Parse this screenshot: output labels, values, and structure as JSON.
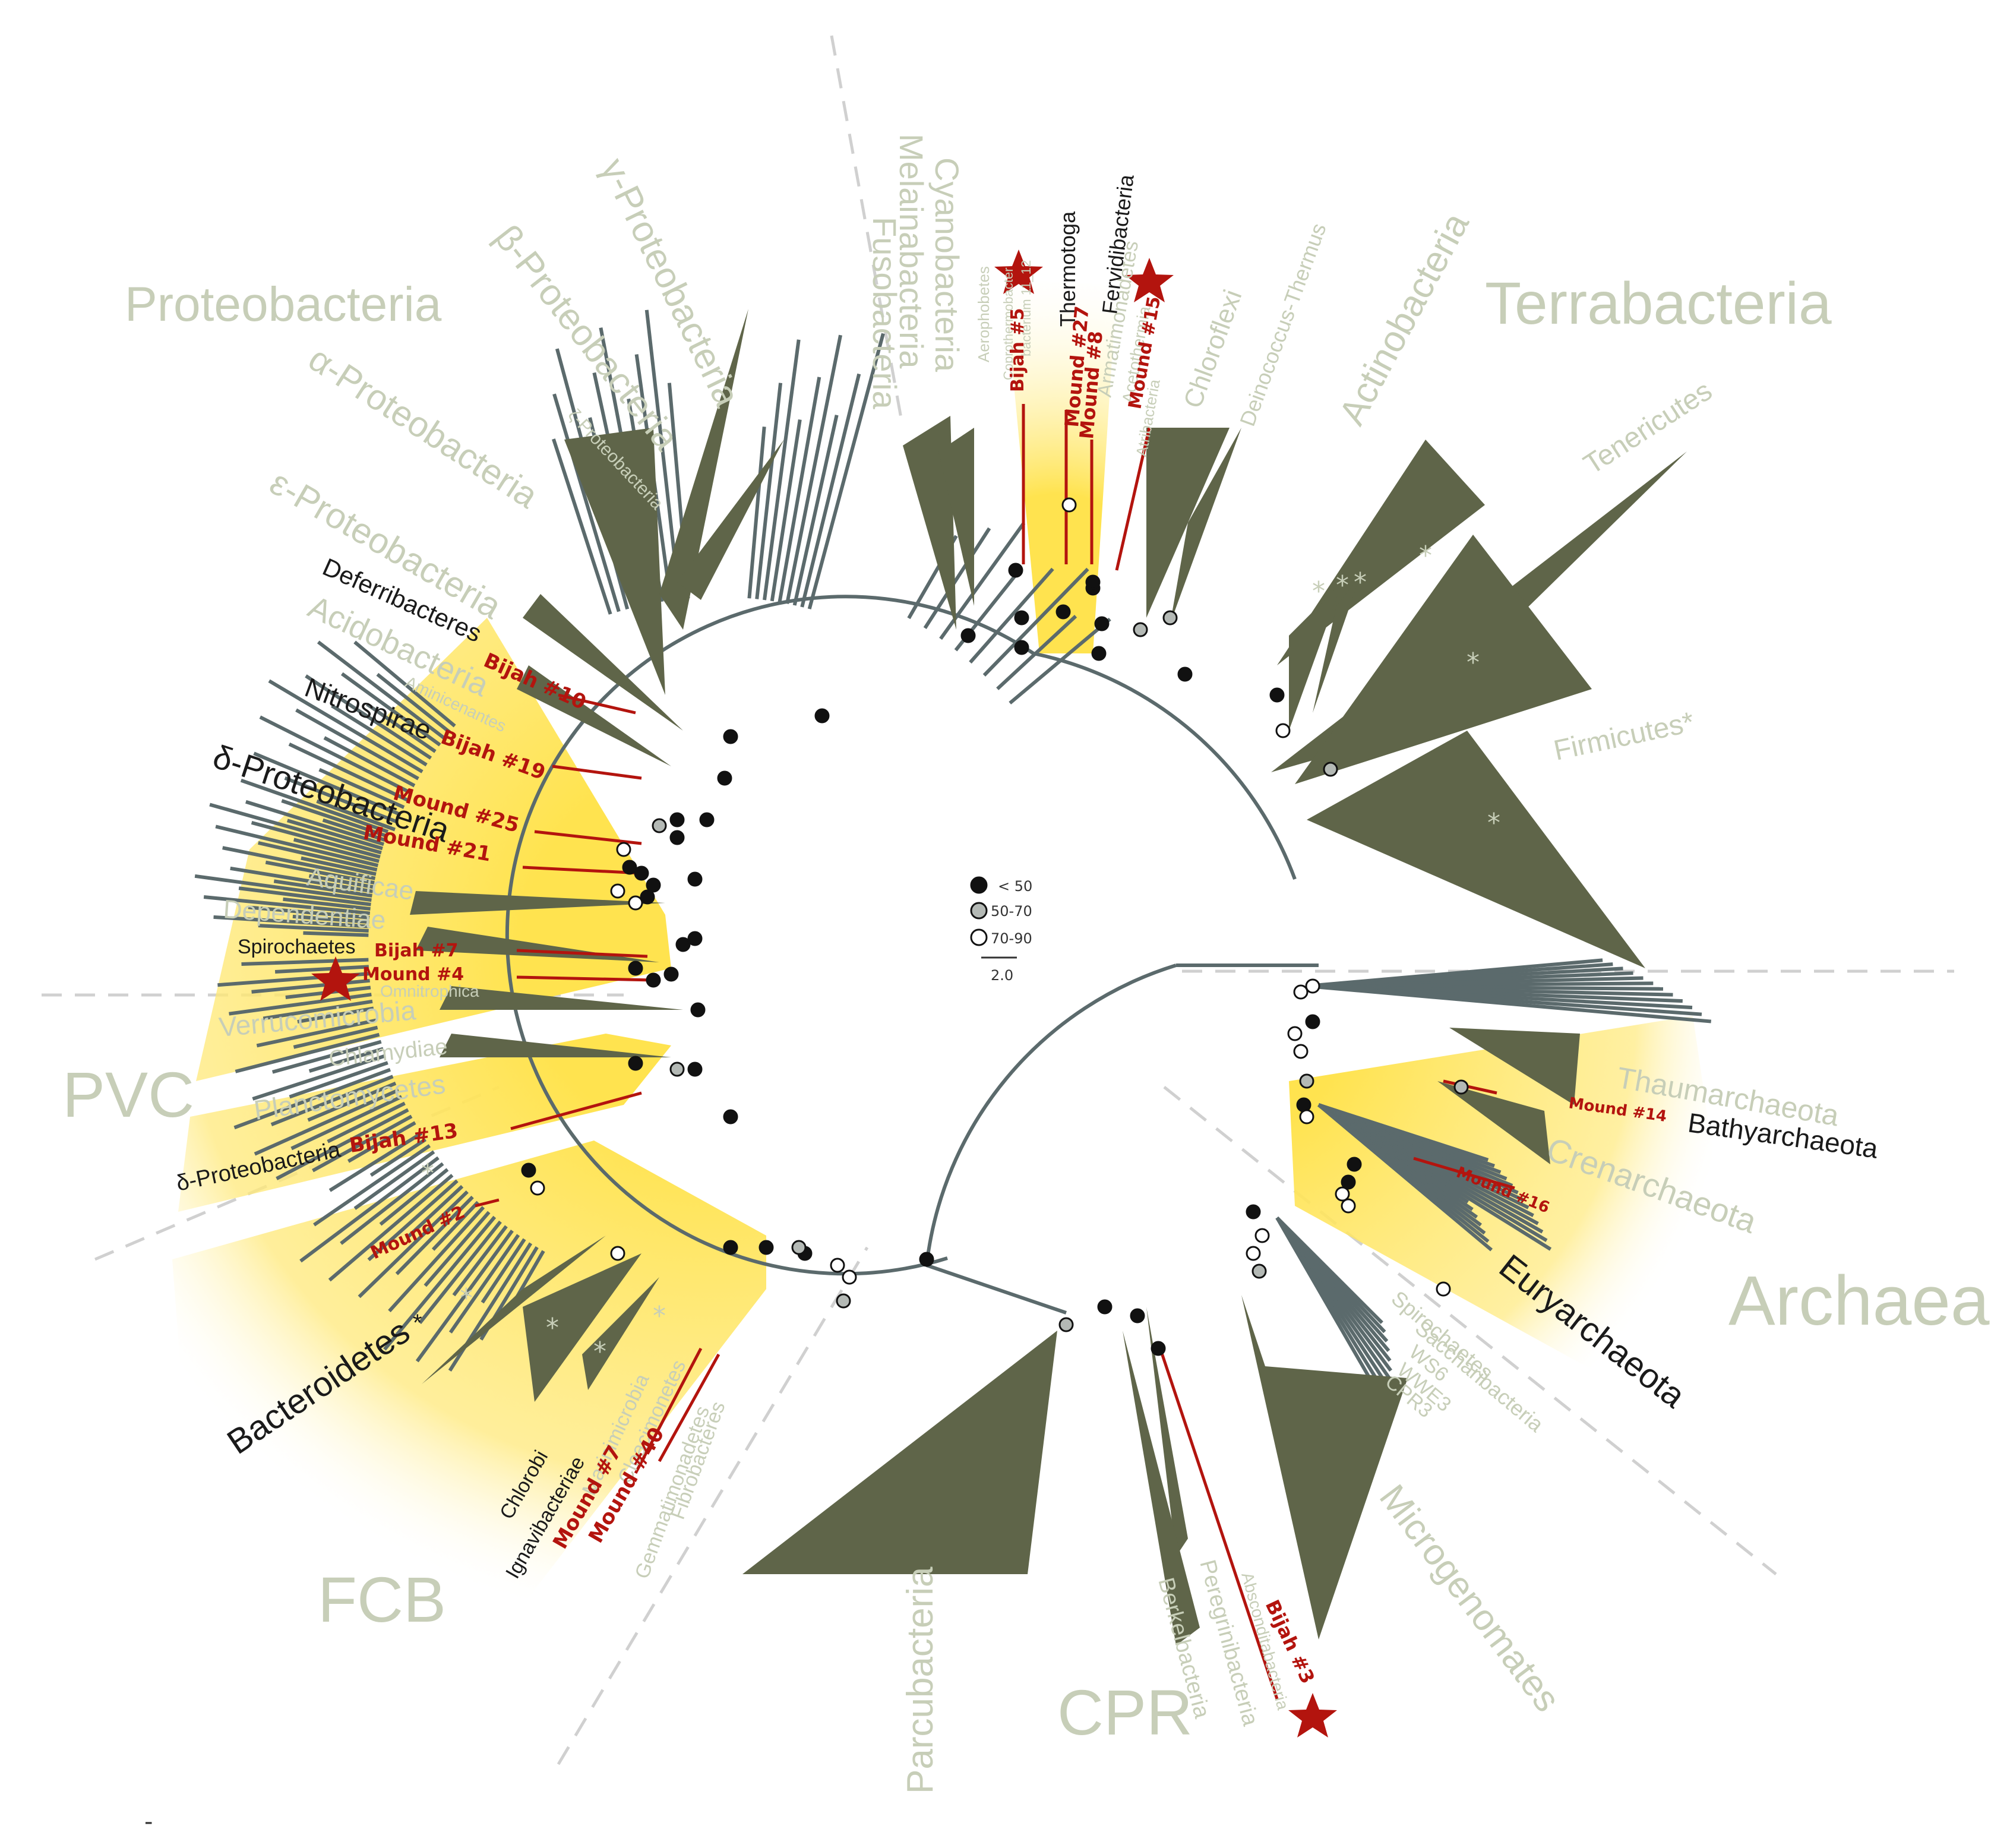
{
  "group_labels": {
    "proteobacteria": "Proteobacteria",
    "terrabacteria": "Terrabacteria",
    "pvc": "PVC",
    "fcb": "FCB",
    "cpr": "CPR",
    "archaea": "Archaea"
  },
  "clade_labels_faded": {
    "gamma": "γ-Proteobacteria",
    "beta": "β-Proteobacteria",
    "alpha": "α-Proteobacteria",
    "zeta": "ζ-Proteobacteria",
    "epsilon": "ε-Proteobacteria",
    "acidobacteria": "Acidobacteria",
    "aminicenantes": "Aminicenantes",
    "aquificae": "Aquificae",
    "dependentiae": "Dependentiae",
    "omnitrophica": "Omnitrophica",
    "verrucomicrobia": "Verrucomicrobia",
    "chlamydiae": "Chlamydiae",
    "planctomycetes": "Planctomycetes",
    "cyanobacteria": "Cyanobacteria",
    "melainabacteria": "Melainabacteria",
    "fusobacteria": "Fusobacteria",
    "aerophobetes": "Aerophobetes",
    "coprothermobacter": "Coprothermobacter",
    "bacterium_11": "bacterium 11_12",
    "armatimonadetes": "Armatimonadetes",
    "acetothermia": "Acetothermia",
    "atribacteria": "Atribacteria",
    "chloroflexi": "Chloroflexi",
    "deinococcus": "Deinococcus-Thermus",
    "actinobacteria": "Actinobacteria",
    "tenericutes": "Tenericutes",
    "firmicutes": "Firmicutes*",
    "thaumarchaeota": "Thaumarchaeota",
    "crenarchaeota": "Crenarchaeota",
    "spirochaetes_arch": "Spirochaetes",
    "saccharibacteria": "Saccharibacteria",
    "ws6": "WS6",
    "wwe3": "WWE3",
    "cpr3": "CPR3",
    "microgenomates": "Microgenomates",
    "absconditabacteria": "Absconditabacteria",
    "peregrinibacteria": "Peregrinibacteria",
    "berkelbacteria": "Berkelbacteria",
    "parcubacteria": "Parcubacteria",
    "gemmatimonadetes": "Gemmatimonadetes",
    "fibrobacteres": "Fibrobacteres",
    "marinimicrobia": "Marinimicrobia",
    "cloacimonetes": "Cloacimonetes"
  },
  "clade_labels_dark": {
    "deferribacteres": "Deferribacteres",
    "nitrospirae": "Nitrospirae",
    "delta": "δ-Proteobacteria",
    "spirochaetes": "Spirochaetes",
    "delta2": "δ-Proteobacteria",
    "bacteroidetes": "Bacteroidetes",
    "bacteroidetes_star": "*",
    "chlorobi": "Chlorobi",
    "ignavibacteriae": "Ignavibacteriae",
    "thermotoga": "Thermotoga",
    "fervidibacteria": "Fervidibacteria",
    "bathyarchaeota": "Bathyarchaeota",
    "euryarchaeota": "Euryarchaeota"
  },
  "sample_labels": {
    "bijah10": "Bijah #10",
    "bijah19": "Bijah #19",
    "mound25": "Mound #25",
    "mound21": "Mound #21",
    "bijah7": "Bijah #7",
    "mound4": "Mound #4",
    "bijah13": "Bijah #13",
    "mound2": "Mound #2",
    "mound7": "Mound #7",
    "mound40": "Mound #40",
    "bijah5": "Bijah #5",
    "mound27": "Mound #27",
    "mound8": "Mound #8",
    "mound15": "Mound #15",
    "mound14": "Mound #14",
    "mound16": "Mound #16",
    "bijah3": "Bijah #3"
  },
  "legend": {
    "items": [
      {
        "label": "< 50",
        "color": "#111111"
      },
      {
        "label": "50-70",
        "color": "#b4b9b5"
      },
      {
        "label": "70-90",
        "color": "#ffffff"
      }
    ],
    "scale_label": "2.0"
  },
  "colors": {
    "collapsed_clade": "#5f6549",
    "branch": "#5b6a6c",
    "highlight": "#ffe57a",
    "sample": "#b3140e",
    "faded_label": "#c7ceb8",
    "divider": "#cccccc"
  },
  "footer_mark": "-"
}
